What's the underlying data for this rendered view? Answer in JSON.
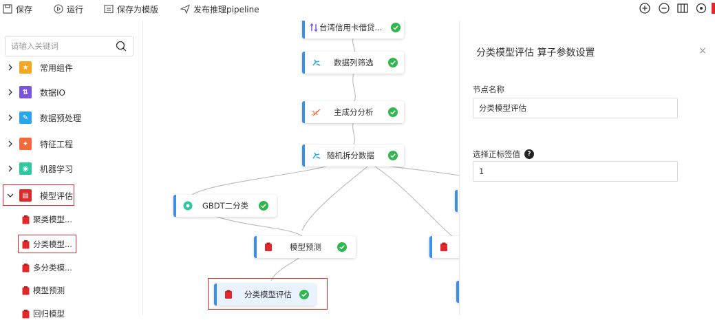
{
  "toolbar": {
    "save": "保存",
    "run": "运行",
    "save_template": "保存为模版",
    "publish": "发布推理pipeline"
  },
  "sidebar": {
    "search_placeholder": "请输入关键词",
    "categories": [
      {
        "label": "常用组件",
        "icon": "star-icon",
        "color": "#f5a623"
      },
      {
        "label": "数据IO",
        "icon": "io-icon",
        "color": "#7b55d9"
      },
      {
        "label": "数据预处理",
        "icon": "preprocess-icon",
        "color": "#2aa7e8"
      },
      {
        "label": "特征工程",
        "icon": "feature-icon",
        "color": "#f26a3b"
      },
      {
        "label": "机器学习",
        "icon": "ml-icon",
        "color": "#2cc9a0"
      },
      {
        "label": "模型评估",
        "icon": "clipboard-icon",
        "color": "#e0292b"
      }
    ],
    "sub_items": [
      {
        "label": "聚类模型..."
      },
      {
        "label": "分类模型..."
      },
      {
        "label": "多分类模..."
      },
      {
        "label": "模型预测"
      },
      {
        "label": "回归模型"
      }
    ]
  },
  "canvas": {
    "nodes": [
      {
        "label": "台湾信用卡借贷...",
        "status": "success"
      },
      {
        "label": "数据列筛选",
        "status": "success"
      },
      {
        "label": "主成分分析",
        "status": "success"
      },
      {
        "label": "随机拆分数据",
        "status": "success"
      },
      {
        "label": "GBDT二分类",
        "status": "success"
      },
      {
        "label": "模型预测",
        "status": "success"
      },
      {
        "label": "分类模型评估",
        "status": "success"
      }
    ]
  },
  "panel": {
    "title": "分类模型评估 算子参数设置",
    "close": "×",
    "node_name_label": "节点名称",
    "node_name_value": "分类模型评估",
    "positive_label_label": "选择正标签值",
    "help": "?",
    "positive_label_value": "1"
  },
  "colors": {
    "accent": "#3d8ee8",
    "highlight": "#e0292b",
    "success": "#2fb84e"
  }
}
